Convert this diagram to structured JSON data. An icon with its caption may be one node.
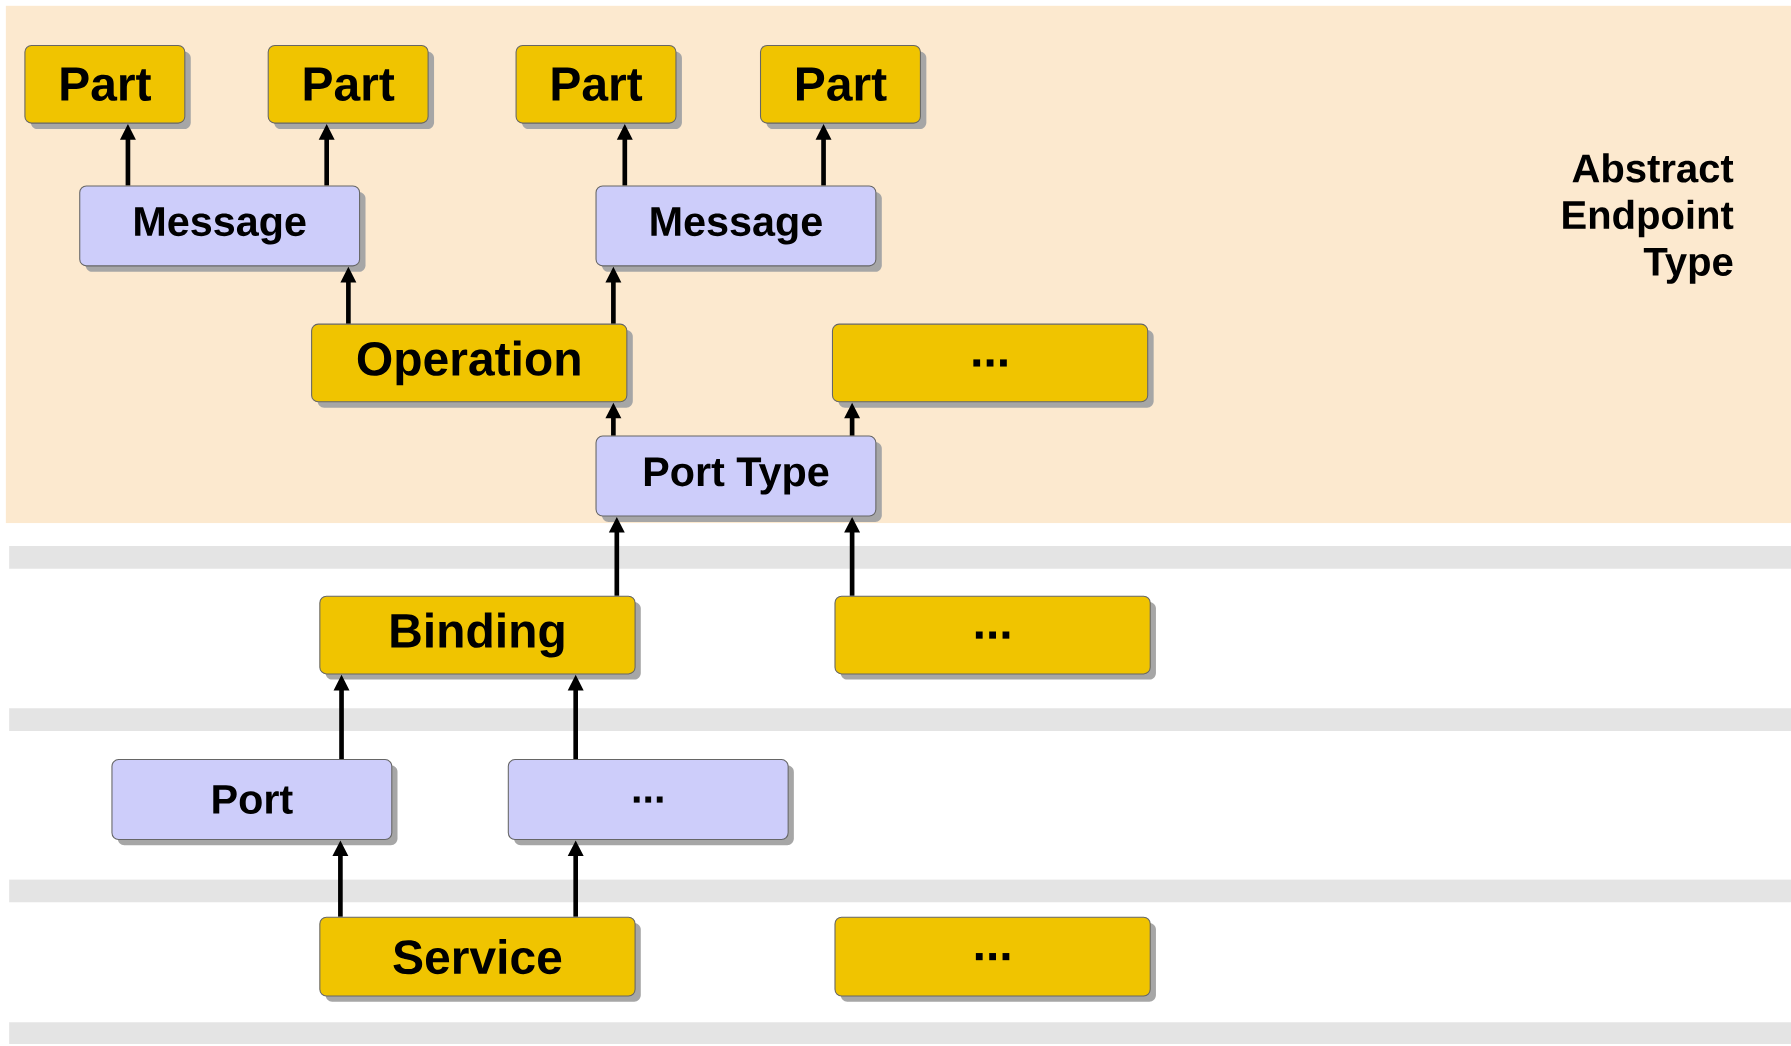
{
  "diagram": {
    "nodes": [
      {
        "text": [
          "Abstract Endpoint Type"
        ]
      },
      {
        "text": [
          "Part"
        ],
        "in": 0
      },
      {
        "text": [
          "Part"
        ],
        "in": 0
      },
      {
        "text": [
          "Part"
        ],
        "in": 0
      },
      {
        "text": [
          "Part"
        ],
        "in": 0
      },
      {
        "text": [
          "Message"
        ],
        "in": 0
      },
      {
        "text": [
          "Message"
        ],
        "in": 0
      },
      {
        "text": [
          "Operation"
        ],
        "in": 0
      },
      {
        "text": [
          "..."
        ],
        "in": 0
      },
      {
        "text": [
          "Port Type"
        ],
        "in": 0
      },
      {
        "text": [
          "Binding"
        ]
      },
      {
        "text": [
          "..."
        ]
      },
      {
        "text": [
          "Port"
        ]
      },
      {
        "text": [
          "..."
        ]
      },
      {
        "text": [
          "Service"
        ]
      },
      {
        "text": [
          "..."
        ]
      }
    ],
    "edges": [
      {
        "from": 5,
        "to": 1,
        "arrow": "to"
      },
      {
        "from": 5,
        "to": 2,
        "arrow": "to"
      },
      {
        "from": 6,
        "to": 3,
        "arrow": "to"
      },
      {
        "from": 6,
        "to": 4,
        "arrow": "to"
      },
      {
        "from": 7,
        "to": 5,
        "arrow": "to"
      },
      {
        "from": 7,
        "to": 6,
        "arrow": "to"
      },
      {
        "from": 9,
        "to": 7,
        "arrow": "to"
      },
      {
        "from": 9,
        "to": 8,
        "arrow": "to"
      },
      {
        "from": 10,
        "to": 9,
        "arrow": "to"
      },
      {
        "from": 11,
        "to": 9,
        "arrow": "to"
      },
      {
        "from": 12,
        "to": 10,
        "arrow": "to"
      },
      {
        "from": 13,
        "to": 10,
        "arrow": "to"
      },
      {
        "from": 14,
        "to": 12,
        "arrow": "to"
      },
      {
        "from": 14,
        "to": 13,
        "arrow": "to"
      }
    ]
  }
}
